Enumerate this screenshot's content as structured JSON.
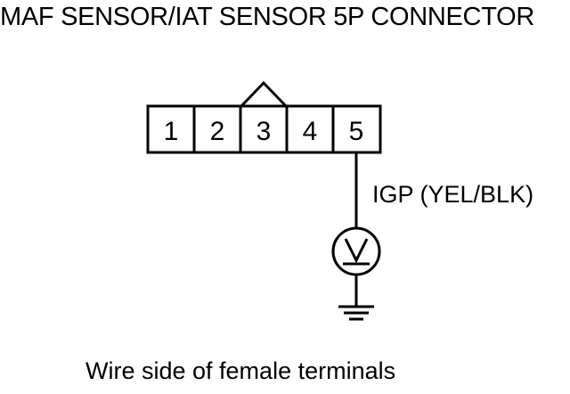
{
  "title": "MAF SENSOR/IAT SENSOR 5P CONNECTOR",
  "connector": {
    "pins": [
      "1",
      "2",
      "3",
      "4",
      "5"
    ]
  },
  "wire": {
    "label": "IGP (YEL/BLK)"
  },
  "meter": {
    "symbol": "V"
  },
  "caption": "Wire side of female terminals"
}
